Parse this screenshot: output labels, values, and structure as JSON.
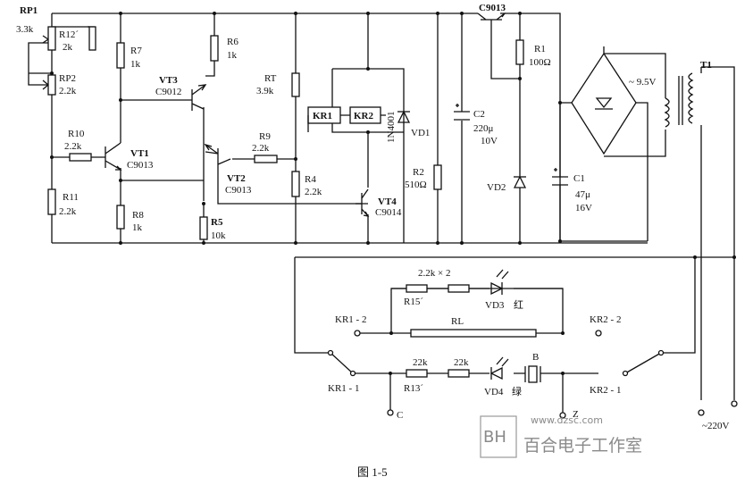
{
  "caption": "图 1-5",
  "labels": {
    "RP1": "RP1",
    "RP1_val": "3.3k",
    "R12": "R12ˊ",
    "R12_val": "2k",
    "RP2": "RP2",
    "RP2_val": "2.2k",
    "R7": "R7",
    "R7_val": "1k",
    "R6": "R6",
    "R6_val": "1k",
    "VT3": "VT3",
    "VT3_type": "C9012",
    "RT": "RT",
    "RT_val": "3.9k",
    "KR1": "KR1",
    "KR2": "KR2",
    "D1": "1N4001",
    "VD1": "VD1",
    "C9013_top": "C9013",
    "R1": "R1",
    "R1_val": "100Ω",
    "AC_low": "~ 9.5V",
    "T1": "T1",
    "C2": "C2",
    "C2_val": "220μ",
    "C2_v": "10V",
    "R10": "R10",
    "R10_val": "2.2k",
    "VT1": "VT1",
    "VT1_type": "C9013",
    "R9": "R9",
    "R9_val": "2.2k",
    "VT2": "VT2",
    "VT2_type": "C9013",
    "R4": "R4",
    "R4_val": "2.2k",
    "R2": "R2",
    "R2_val": "510Ω",
    "VD2": "VD2",
    "C1": "C1",
    "C1_val": "47μ",
    "C1_v": "16V",
    "R11": "R11",
    "R11_val": "2.2k",
    "R8": "R8",
    "R8_val": "1k",
    "R5": "R5",
    "R5_val": "10k",
    "VT4": "VT4",
    "VT4_type": "C9014",
    "R15_top": "2.2k × 2",
    "R15": "R15ˊ",
    "VD3": "VD3",
    "VD3_color": "红",
    "KR1_2": "KR1 - 2",
    "RL": "RL",
    "KR2_2": "KR2 - 2",
    "R13_top1": "22k",
    "R13_top2": "22k",
    "B": "B",
    "KR1_1": "KR1 - 1",
    "R13": "R13ˊ",
    "VD4": "VD4",
    "VD4_color": "绿",
    "KR2_1": "KR2 - 1",
    "C": "C",
    "Z": "Z",
    "AC_high": "~220V"
  },
  "watermark": {
    "logo": "BH",
    "url": "www.dzsc.com",
    "text": "百合电子工作室"
  }
}
